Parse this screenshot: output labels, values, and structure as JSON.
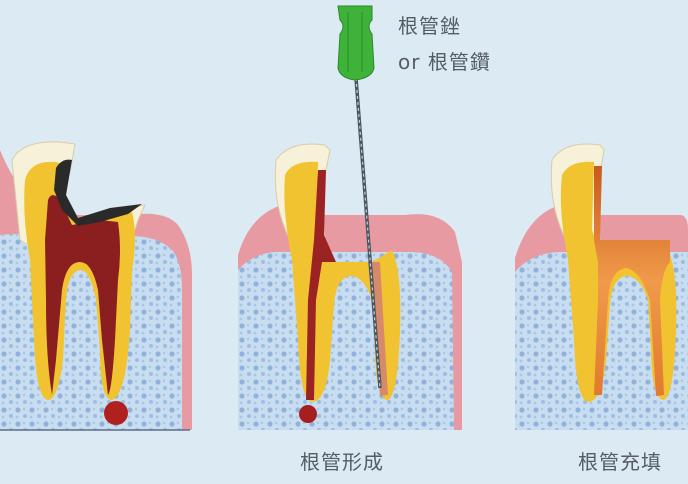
{
  "labels": {
    "instrument_line1": "根管銼",
    "instrument_line2": "or 根管鑽",
    "stage_shaping": "根管形成",
    "stage_filling": "根管充填"
  },
  "colors": {
    "background": "#dbeaf3",
    "gum": "#e89aa2",
    "bone": "#c9ddf0",
    "enamel": "#f6f1d8",
    "dentin": "#f2c330",
    "pulp": "#e47b86",
    "infected_pulp": "#8b1f1f",
    "decay": "#2a2a2a",
    "filling": "#e8843a",
    "file_handle": "#3fb23a"
  }
}
